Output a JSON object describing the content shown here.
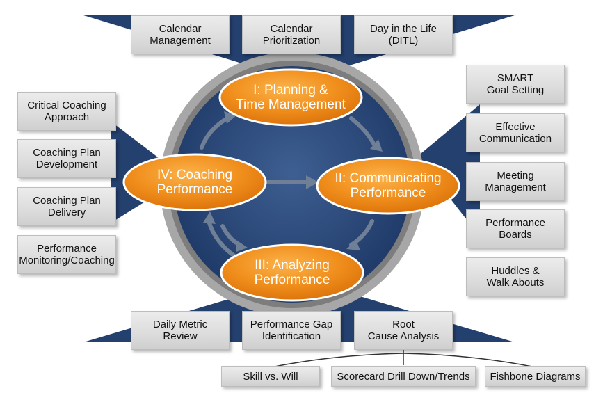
{
  "colors": {
    "navy": "#24406e",
    "ring": "#9a9a9a",
    "orange": "#ef8a1a",
    "box": "#dcdcdc",
    "arrow": "#6f7f95"
  },
  "phases": {
    "planning": "I: Planning &\nTime Management",
    "communicating": "II: Communicating\nPerformance",
    "analyzing": "III: Analyzing\nPerformance",
    "coaching": "IV: Coaching\nPerformance"
  },
  "top": [
    "Calendar\nManagement",
    "Calendar\nPrioritization",
    "Day in the Life\n(DITL)"
  ],
  "right": [
    "SMART\nGoal Setting",
    "Effective\nCommunication",
    "Meeting\nManagement",
    "Performance\nBoards",
    "Huddles &\nWalk Abouts"
  ],
  "left": [
    "Critical Coaching\nApproach",
    "Coaching Plan\nDevelopment",
    "Coaching Plan\nDelivery",
    "Performance\nMonitoring/Coaching"
  ],
  "bottom": [
    "Daily Metric\nReview",
    "Performance Gap\nIdentification",
    "Root\nCause Analysis"
  ],
  "sub": [
    "Skill vs. Will",
    "Scorecard Drill Down/Trends",
    "Fishbone Diagrams"
  ]
}
